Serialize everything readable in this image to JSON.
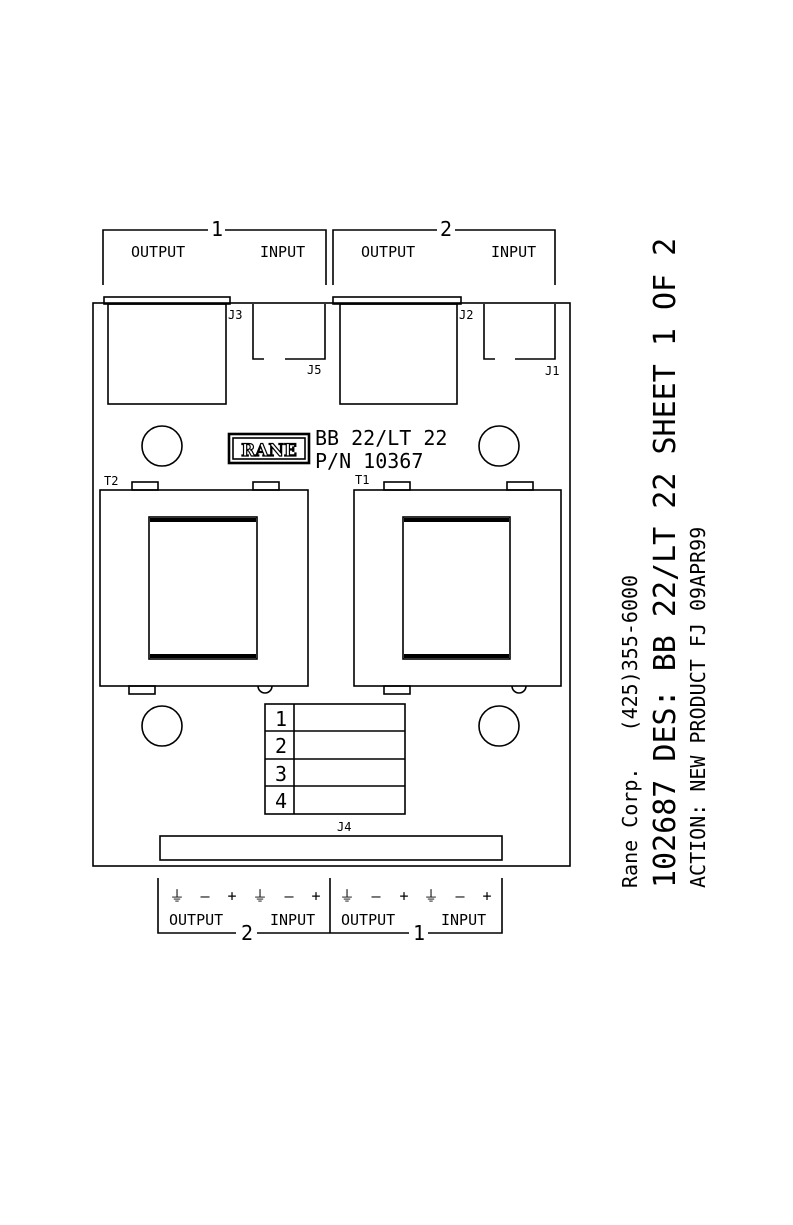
{
  "top_groups": {
    "group1": {
      "number": "1",
      "output": "OUTPUT",
      "input": "INPUT"
    },
    "group2": {
      "number": "2",
      "output": "OUTPUT",
      "input": "INPUT"
    }
  },
  "connectors": {
    "j1": "J1",
    "j2": "J2",
    "j3": "J3",
    "j4": "J4",
    "j5": "J5"
  },
  "transformers": {
    "t1": "T1",
    "t2": "T2"
  },
  "logo": "RANE",
  "board": {
    "model": "BB 22/LT 22",
    "part_number": "P/N 10367"
  },
  "pin_table": [
    "1",
    "2",
    "3",
    "4"
  ],
  "bottom": {
    "symbols": {
      "ground": "⏚",
      "minus": "–",
      "plus": "+"
    },
    "output": "OUTPUT",
    "input": "INPUT",
    "group2": "2",
    "group1": "1"
  },
  "title_block": {
    "company_line": "Rane Corp.   (425)355-6000",
    "description_line": "102687 DES: BB 22/LT 22 SHEET 1 OF 2",
    "action_line": "ACTION: NEW PRODUCT FJ 09APR99"
  }
}
